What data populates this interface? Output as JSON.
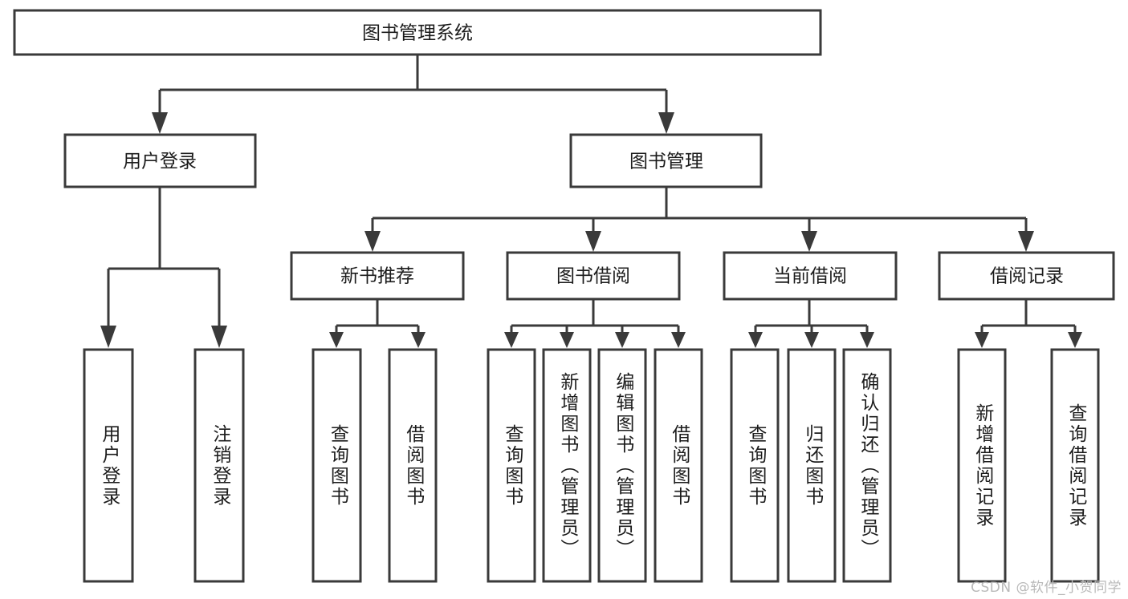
{
  "diagram": {
    "type": "tree-hierarchy-chart",
    "title": "图书管理系统",
    "orientation": "top-down",
    "colors": {
      "box_fill": "#ffffff",
      "box_stroke": "#3a3a3a",
      "text": "#1c1c1c",
      "background": "#ffffff",
      "watermark": "#b9b9b9"
    },
    "root": {
      "label": "图书管理系统",
      "text_direction": "horizontal"
    },
    "level2": [
      {
        "label": "用户登录",
        "text_direction": "horizontal"
      },
      {
        "label": "图书管理",
        "text_direction": "horizontal"
      }
    ],
    "level3": [
      {
        "label": "新书推荐",
        "text_direction": "horizontal",
        "parent": "图书管理"
      },
      {
        "label": "图书借阅",
        "text_direction": "horizontal",
        "parent": "图书管理"
      },
      {
        "label": "当前借阅",
        "text_direction": "horizontal",
        "parent": "图书管理"
      },
      {
        "label": "借阅记录",
        "text_direction": "horizontal",
        "parent": "图书管理"
      }
    ],
    "leaves": [
      {
        "label": "用户登录",
        "parent": "用户登录",
        "text_direction": "vertical"
      },
      {
        "label": "注销登录",
        "parent": "用户登录",
        "text_direction": "vertical"
      },
      {
        "label": "查询图书",
        "parent": "新书推荐",
        "text_direction": "vertical"
      },
      {
        "label": "借阅图书",
        "parent": "新书推荐",
        "text_direction": "vertical"
      },
      {
        "label": "查询图书",
        "parent": "图书借阅",
        "text_direction": "vertical"
      },
      {
        "label": "新增图书（管理员）",
        "parent": "图书借阅",
        "text_direction": "vertical"
      },
      {
        "label": "编辑图书（管理员）",
        "parent": "图书借阅",
        "text_direction": "vertical"
      },
      {
        "label": "借阅图书",
        "parent": "图书借阅",
        "text_direction": "vertical"
      },
      {
        "label": "查询图书",
        "parent": "当前借阅",
        "text_direction": "vertical"
      },
      {
        "label": "归还图书",
        "parent": "当前借阅",
        "text_direction": "vertical"
      },
      {
        "label": "确认归还（管理员）",
        "parent": "当前借阅",
        "text_direction": "vertical"
      },
      {
        "label": "新增借阅记录",
        "parent": "借阅记录",
        "text_direction": "vertical"
      },
      {
        "label": "查询借阅记录",
        "parent": "借阅记录",
        "text_direction": "vertical"
      }
    ],
    "watermark": "CSDN @软件_小贺同学"
  }
}
